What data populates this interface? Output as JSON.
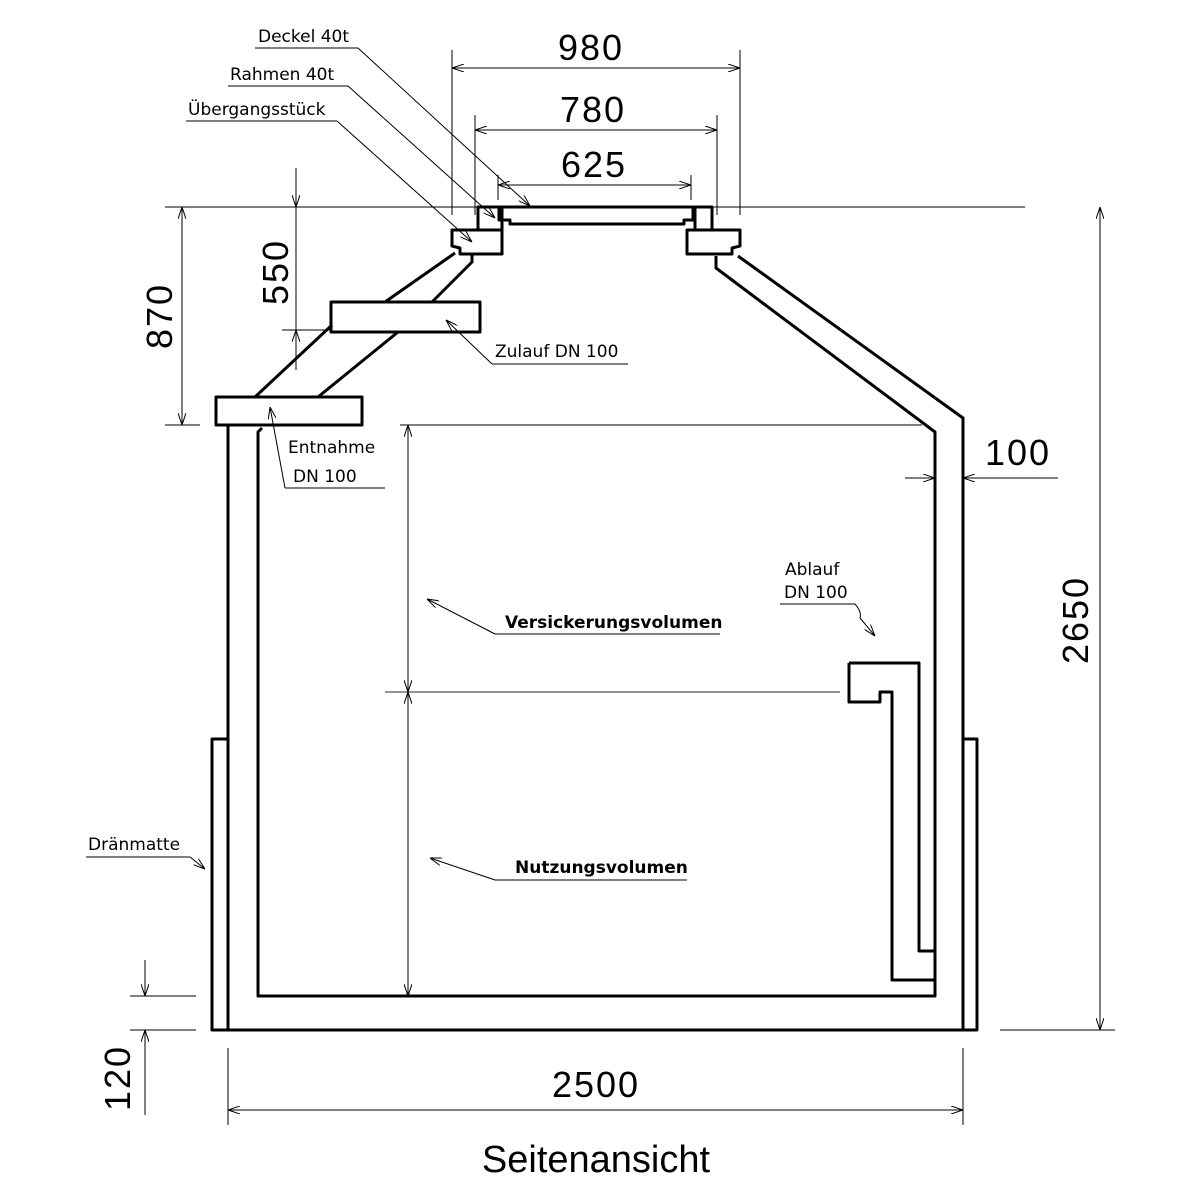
{
  "title": "Seitenansicht",
  "dimensions": {
    "d980": "980",
    "d780": "780",
    "d625": "625",
    "d870": "870",
    "d550": "550",
    "d2650": "2650",
    "d100": "100",
    "d120": "120",
    "d2500": "2500"
  },
  "labels": {
    "deckel": "Deckel 40t",
    "rahmen": "Rahmen 40t",
    "uebergang": "Übergangsstück",
    "zulauf": "Zulauf DN 100",
    "entnahme_1": "Entnahme",
    "entnahme_2": "DN 100",
    "ablauf_1": "Ablauf",
    "ablauf_2": "DN 100",
    "versickerung": "Versickerungsvolumen",
    "nutzung": "Nutzungsvolumen",
    "draenmatte": "Dränmatte"
  }
}
